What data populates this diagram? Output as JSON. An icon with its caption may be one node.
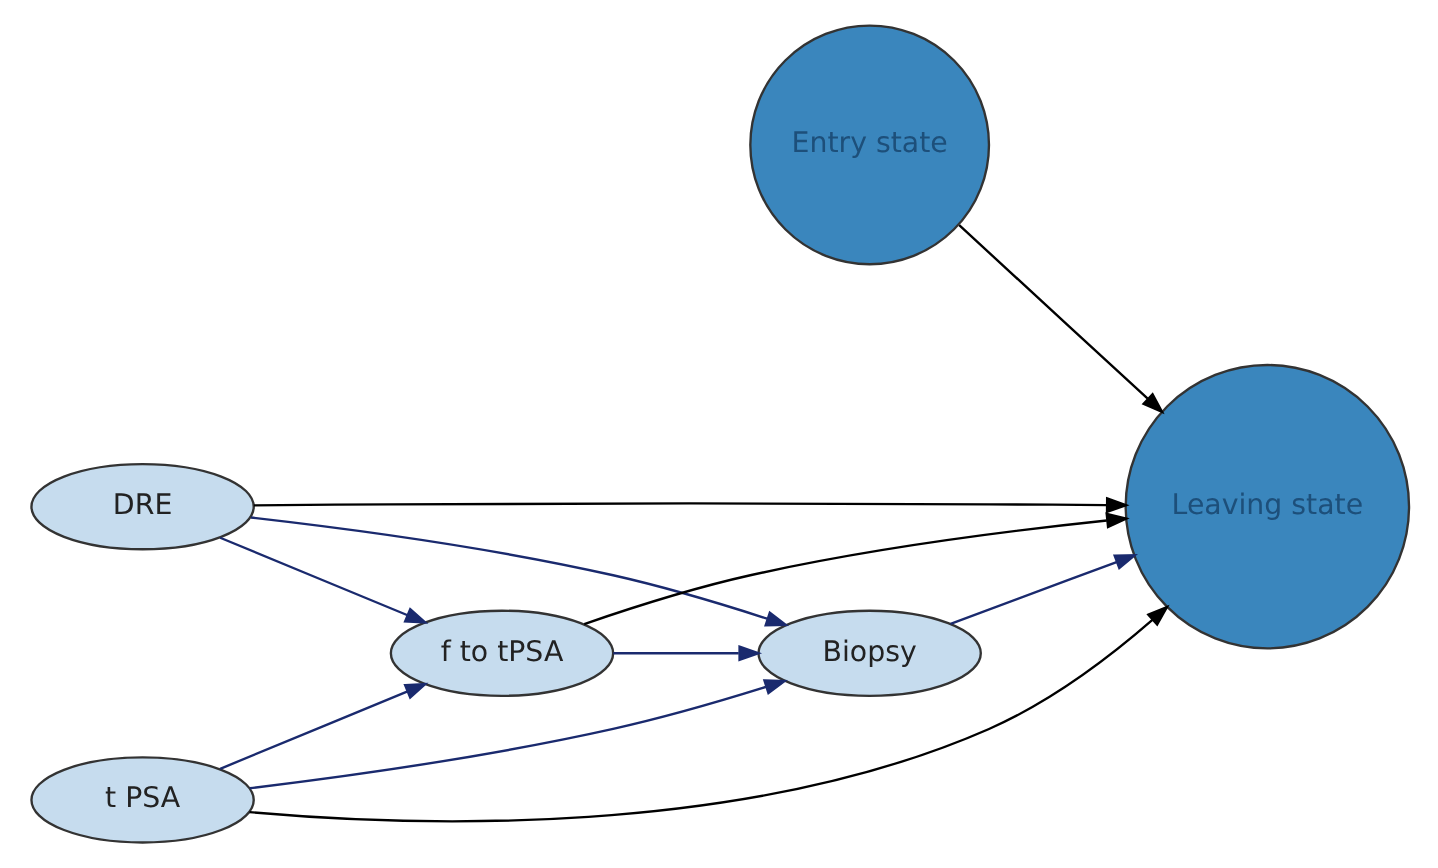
{
  "diagram": {
    "nodes": [
      {
        "text": [
          "Entry state"
        ]
      },
      {
        "text": [
          "Leaving state"
        ]
      },
      {
        "text": [
          "DRE"
        ]
      },
      {
        "text": [
          "f to tPSA"
        ]
      },
      {
        "text": [
          "Biopsy"
        ]
      },
      {
        "text": [
          "t PSA"
        ]
      }
    ],
    "edges": [
      {
        "from": 0,
        "to": 1,
        "arrow": "to",
        "color": "#000000"
      },
      {
        "from": 2,
        "to": 1,
        "arrow": "to",
        "color": "#000000"
      },
      {
        "from": 2,
        "to": 3,
        "arrow": "to"
      },
      {
        "from": 2,
        "to": 4,
        "arrow": "to"
      },
      {
        "from": 3,
        "to": 1,
        "arrow": "to",
        "color": "#000000"
      },
      {
        "from": 3,
        "to": 4,
        "arrow": "to"
      },
      {
        "from": 5,
        "to": 3,
        "arrow": "to"
      },
      {
        "from": 5,
        "to": 1,
        "arrow": "to",
        "color": "#000000"
      },
      {
        "from": 5,
        "to": 4,
        "arrow": "to"
      },
      {
        "from": 4,
        "to": 1,
        "arrow": "to"
      }
    ]
  }
}
